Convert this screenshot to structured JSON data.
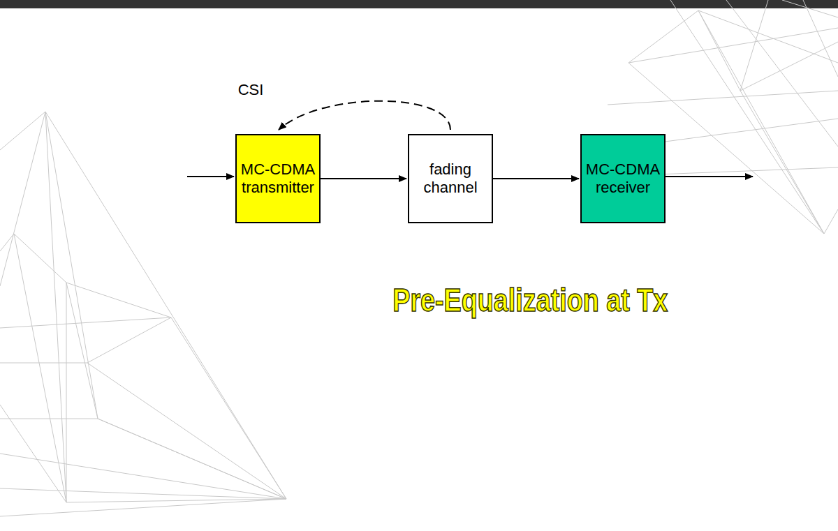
{
  "diagram": {
    "title": "Pre-Equalization at Tx",
    "nodes": [
      {
        "text": [
          "MC-CDMA transmitter"
        ]
      },
      {
        "text": [
          "fading channel"
        ]
      },
      {
        "text": [
          "MC-CDMA receiver"
        ]
      }
    ],
    "edges": [
      {
        "from": 0,
        "to": 1,
        "arrow": "to"
      },
      {
        "from": 1,
        "to": 2,
        "arrow": "to"
      },
      {
        "from": 1,
        "to": 0,
        "label": "CSI",
        "arrow": "to"
      }
    ]
  }
}
